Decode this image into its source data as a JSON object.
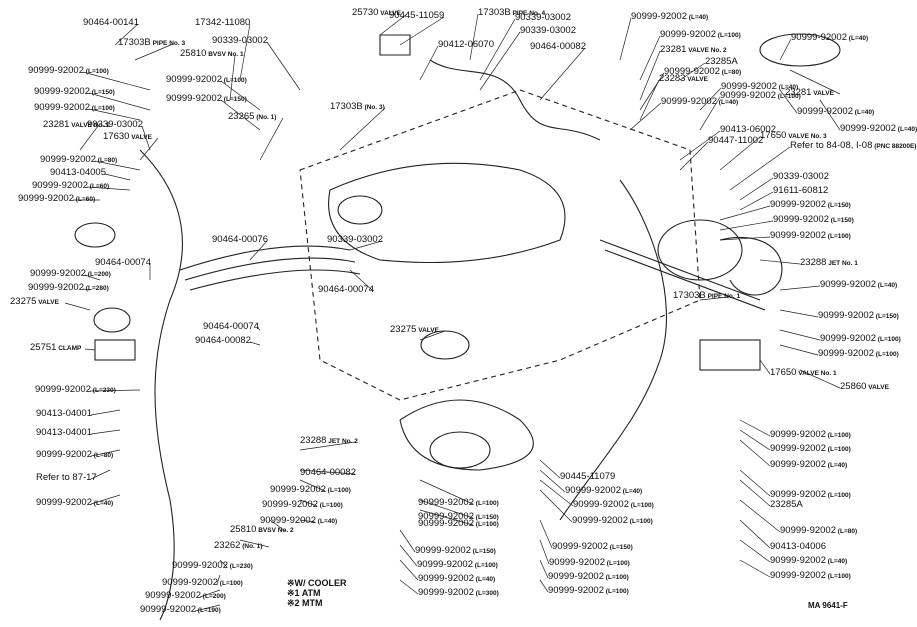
{
  "callouts": [
    {
      "id": "c1",
      "part": "90464-00141",
      "sub": ""
    },
    {
      "id": "c2",
      "part": "17303B",
      "sub": "PIPE No. 3"
    },
    {
      "id": "c3",
      "part": "17342-11080",
      "sub": ""
    },
    {
      "id": "c4",
      "part": "90339-03002",
      "sub": ""
    },
    {
      "id": "c5",
      "part": "25730",
      "sub": "VALVE"
    },
    {
      "id": "c6",
      "part": "90445-11059",
      "sub": ""
    },
    {
      "id": "c7",
      "part": "17303B",
      "sub": "PIPE No. 4"
    },
    {
      "id": "c8",
      "part": "90339-03002",
      "sub": ""
    },
    {
      "id": "c9",
      "part": "90339-03002",
      "sub": ""
    },
    {
      "id": "c10",
      "part": "90464-00082",
      "sub": ""
    },
    {
      "id": "c11",
      "part": "90412-06070",
      "sub": ""
    },
    {
      "id": "c12",
      "part": "25810",
      "sub": "BVSV No. 1"
    },
    {
      "id": "c13",
      "part": "90999-92002",
      "sub": "(L=100)"
    },
    {
      "id": "c14",
      "part": "90999-92002",
      "sub": "(L=100)"
    },
    {
      "id": "c15",
      "part": "90999-92002",
      "sub": "(L=150)"
    },
    {
      "id": "c16",
      "part": "90999-92002",
      "sub": "(L=150)"
    },
    {
      "id": "c17",
      "part": "90999-92002",
      "sub": "(L=100)"
    },
    {
      "id": "c18",
      "part": "23281",
      "sub": "VALVE No. 1"
    },
    {
      "id": "c19",
      "part": "90339-03002",
      "sub": ""
    },
    {
      "id": "c20",
      "part": "17630",
      "sub": "VALVE"
    },
    {
      "id": "c21",
      "part": "23265",
      "sub": "(No. 1)"
    },
    {
      "id": "c22",
      "part": "17303B",
      "sub": "(No. 3)"
    },
    {
      "id": "c23",
      "part": "90999-92002",
      "sub": "(L=80)"
    },
    {
      "id": "c24",
      "part": "90413-04005",
      "sub": ""
    },
    {
      "id": "c25",
      "part": "90999-92002",
      "sub": "(L=60)"
    },
    {
      "id": "c26",
      "part": "90999-92002",
      "sub": "(L=60)"
    },
    {
      "id": "c27",
      "part": "90999-92002",
      "sub": "(L=40)"
    },
    {
      "id": "c28",
      "part": "90999-92002",
      "sub": "(L=100)"
    },
    {
      "id": "c29",
      "part": "23281",
      "sub": "VALVE No. 2"
    },
    {
      "id": "c30",
      "part": "23285A",
      "sub": ""
    },
    {
      "id": "c31",
      "part": "90999-92002",
      "sub": "(L=80)"
    },
    {
      "id": "c32",
      "part": "23283",
      "sub": "VALVE"
    },
    {
      "id": "c33",
      "part": "90999-92002",
      "sub": "(L=40)"
    },
    {
      "id": "c34",
      "part": "90999-92002",
      "sub": "(L=40)"
    },
    {
      "id": "c35",
      "part": "90999-92002",
      "sub": "(L=40)"
    },
    {
      "id": "c36",
      "part": "90999-92002",
      "sub": "(L=100)"
    },
    {
      "id": "c37",
      "part": "23281",
      "sub": "VALVE"
    },
    {
      "id": "c38",
      "part": "90999-92002",
      "sub": "(L=40)"
    },
    {
      "id": "c39",
      "part": "90999-92002",
      "sub": "(L=40)"
    },
    {
      "id": "c40",
      "part": "90413-06002",
      "sub": ""
    },
    {
      "id": "c41",
      "part": "90447-11002",
      "sub": ""
    },
    {
      "id": "c42",
      "part": "17650",
      "sub": "VALVE No. 3"
    },
    {
      "id": "c43",
      "part": "Refer to 84-08, I-08",
      "sub": "(PNC 88200E)"
    },
    {
      "id": "c44",
      "part": "90339-03002",
      "sub": ""
    },
    {
      "id": "c45",
      "part": "91611-60812",
      "sub": ""
    },
    {
      "id": "c46",
      "part": "90999-92002",
      "sub": "(L=150)"
    },
    {
      "id": "c47",
      "part": "90999-92002",
      "sub": "(L=150)"
    },
    {
      "id": "c48",
      "part": "90999-92002",
      "sub": "(L=100)"
    },
    {
      "id": "c49",
      "part": "23288",
      "sub": "JET No. 1"
    },
    {
      "id": "c50",
      "part": "90999-92002",
      "sub": "(L=40)"
    },
    {
      "id": "c51",
      "part": "90999-92002",
      "sub": "(L=150)"
    },
    {
      "id": "c52",
      "part": "90999-92002",
      "sub": "(L=100)"
    },
    {
      "id": "c53",
      "part": "90999-92002",
      "sub": "(L=100)"
    },
    {
      "id": "c54",
      "part": "17650",
      "sub": "VALVE No. 1"
    },
    {
      "id": "c55",
      "part": "25860",
      "sub": "VALVE"
    },
    {
      "id": "c56",
      "part": "90464-00074",
      "sub": ""
    },
    {
      "id": "c57",
      "part": "90999-92002",
      "sub": "(L=200)"
    },
    {
      "id": "c58",
      "part": "90999-92002",
      "sub": "(L=280)"
    },
    {
      "id": "c59",
      "part": "23275",
      "sub": "VALVE"
    },
    {
      "id": "c60",
      "part": "90464-00076",
      "sub": ""
    },
    {
      "id": "c61",
      "part": "90339-03002",
      "sub": ""
    },
    {
      "id": "c62",
      "part": "90464-00074",
      "sub": ""
    },
    {
      "id": "c63",
      "part": "90464-00074",
      "sub": ""
    },
    {
      "id": "c64",
      "part": "90464-00082",
      "sub": ""
    },
    {
      "id": "c65",
      "part": "25751",
      "sub": "CLAMP"
    },
    {
      "id": "c66",
      "part": "23275",
      "sub": "VALVE"
    },
    {
      "id": "c67",
      "part": "17303B",
      "sub": "PIPE No. 1"
    },
    {
      "id": "c68",
      "part": "90999-92002",
      "sub": "(L=230)"
    },
    {
      "id": "c69",
      "part": "90413-04001",
      "sub": ""
    },
    {
      "id": "c70",
      "part": "90413-04001",
      "sub": ""
    },
    {
      "id": "c71",
      "part": "90999-92002",
      "sub": "(L=80)"
    },
    {
      "id": "c72",
      "part": "Refer to 87-17",
      "sub": ""
    },
    {
      "id": "c73",
      "part": "90999-92002",
      "sub": "(L=40)"
    },
    {
      "id": "c74",
      "part": "23288",
      "sub": "JET No. 2"
    },
    {
      "id": "c75",
      "part": "90464-00082",
      "sub": ""
    },
    {
      "id": "c76",
      "part": "90999-92002",
      "sub": "(L=100)"
    },
    {
      "id": "c77",
      "part": "90999-92002",
      "sub": "(L=100)"
    },
    {
      "id": "c78",
      "part": "90999-92002",
      "sub": "(L=40)"
    },
    {
      "id": "c79",
      "part": "25810",
      "sub": "BVSV No. 2"
    },
    {
      "id": "c80",
      "part": "23262",
      "sub": "(No. 1)"
    },
    {
      "id": "c81",
      "part": "90999-92002",
      "sub": "(L=230)"
    },
    {
      "id": "c82",
      "part": "90999-92002",
      "sub": "(L=100)"
    },
    {
      "id": "c83",
      "part": "90999-92002",
      "sub": "(L=200)"
    },
    {
      "id": "c84",
      "part": "90999-92002",
      "sub": "(L=190)"
    },
    {
      "id": "c85",
      "part": "90999-92002",
      "sub": "(L=150)"
    },
    {
      "id": "c86",
      "part": "90999-92002",
      "sub": "(L=100)"
    },
    {
      "id": "c87",
      "part": "90999-92002",
      "sub": "(L=40)"
    },
    {
      "id": "c88",
      "part": "90999-92002",
      "sub": "(L=300)"
    },
    {
      "id": "c89",
      "part": "90999-92002",
      "sub": "(L=100)"
    },
    {
      "id": "c90",
      "part": "90999-92002",
      "sub": "(L=150)"
    },
    {
      "id": "c91",
      "part": "90999-92002",
      "sub": "(L=100)"
    },
    {
      "id": "c92",
      "part": "90445-11079",
      "sub": ""
    },
    {
      "id": "c93",
      "part": "90999-92002",
      "sub": "(L=40)"
    },
    {
      "id": "c94",
      "part": "90999-92002",
      "sub": "(L=100)"
    },
    {
      "id": "c95",
      "part": "90999-92002",
      "sub": "(L=100)"
    },
    {
      "id": "c96",
      "part": "90999-92002",
      "sub": "(L=150)"
    },
    {
      "id": "c97",
      "part": "90999-92002",
      "sub": "(L=100)"
    },
    {
      "id": "c98",
      "part": "90999-92002",
      "sub": "(L=100)"
    },
    {
      "id": "c99",
      "part": "90999-92002",
      "sub": "(L=100)"
    },
    {
      "id": "c100",
      "part": "90999-92002",
      "sub": "(L=100)"
    },
    {
      "id": "c101",
      "part": "90999-92002",
      "sub": "(L=100)"
    },
    {
      "id": "c102",
      "part": "90999-92002",
      "sub": "(L=40)"
    },
    {
      "id": "c103",
      "part": "90999-92002",
      "sub": "(L=100)"
    },
    {
      "id": "c104",
      "part": "23285A",
      "sub": ""
    },
    {
      "id": "c105",
      "part": "90999-92002",
      "sub": "(L=80)"
    },
    {
      "id": "c106",
      "part": "90413-04006",
      "sub": ""
    },
    {
      "id": "c107",
      "part": "90999-92002",
      "sub": "(L=40)"
    },
    {
      "id": "c108",
      "part": "90999-92002",
      "sub": "(L=100)"
    }
  ],
  "legend": {
    "line1": "※W/ COOLER",
    "line2": "※1 ATM",
    "line3": "※2 MTM"
  },
  "diagram_code": "MA 9641-F"
}
